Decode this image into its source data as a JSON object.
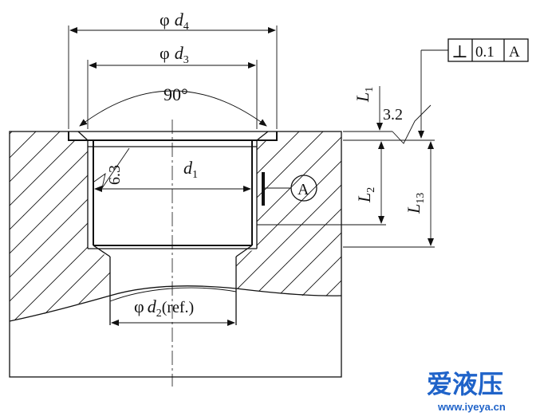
{
  "labels": {
    "phi": "φ",
    "d4": "d",
    "d4_sub": "4",
    "d3": "d",
    "d3_sub": "3",
    "angle": "90°",
    "L1": "L",
    "L1_sub": "1",
    "L2": "L",
    "L2_sub": "2",
    "L13": "L",
    "L13_sub": "13",
    "d1": "d",
    "d1_sub": "1",
    "d2": "d",
    "d2_sub": "2",
    "d2_note": "(ref.)",
    "rough_bore": "6.3",
    "rough_face": "3.2",
    "datum": "A"
  },
  "tolerance_frame": {
    "symbol": "⊥",
    "value": "0.1",
    "datum": "A"
  },
  "watermark": {
    "main": "爱液压",
    "url": "www.iyeya.cn",
    "color_blue": "#1f63c9",
    "color_orange": "#f08a1c"
  }
}
